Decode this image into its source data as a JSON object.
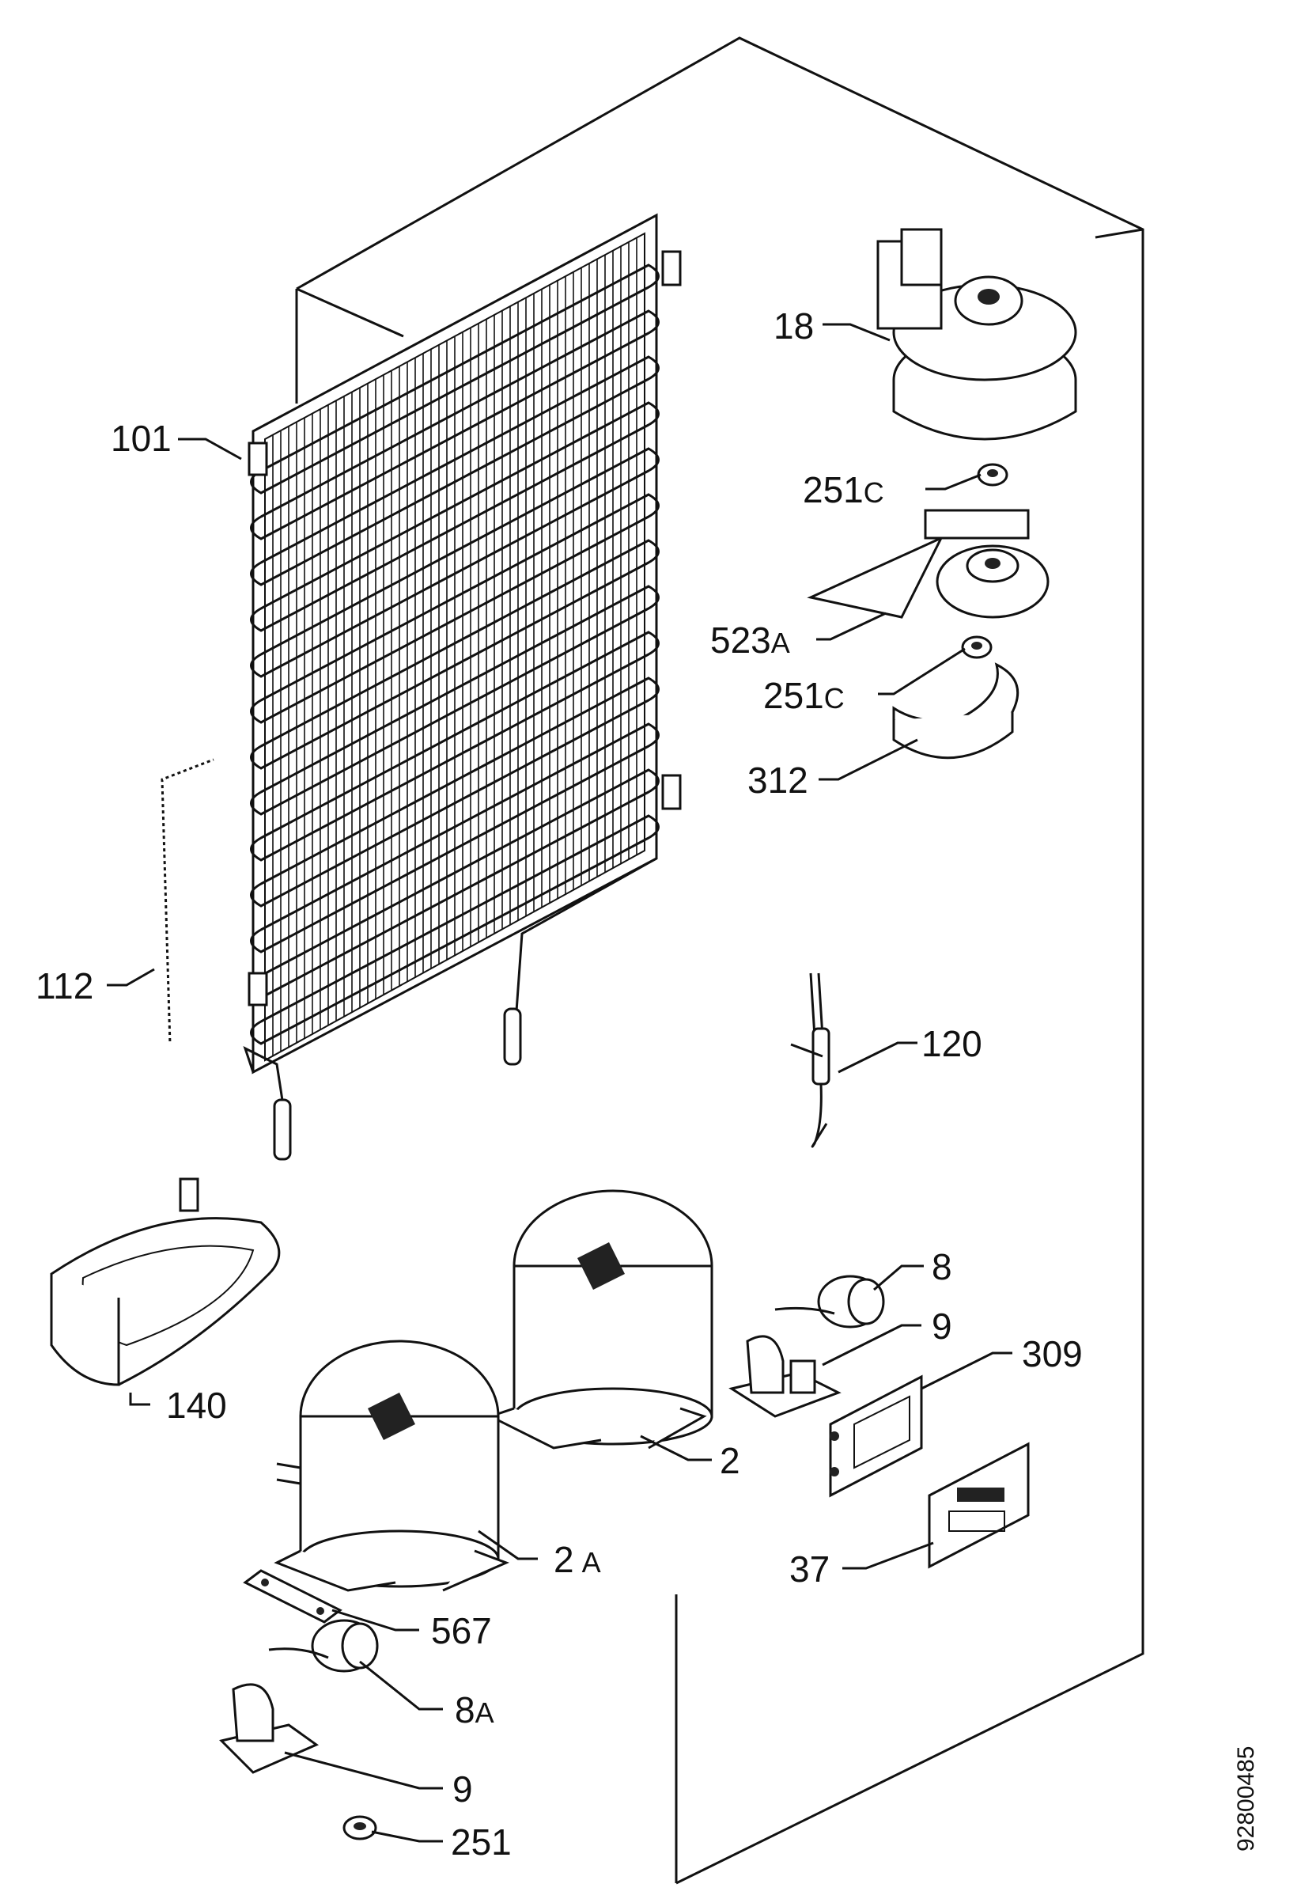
{
  "diagram": {
    "document_number": "92800485",
    "callouts": [
      {
        "id": "101",
        "number": "101",
        "suffix": ""
      },
      {
        "id": "112",
        "number": "112",
        "suffix": ""
      },
      {
        "id": "18",
        "number": "18",
        "suffix": ""
      },
      {
        "id": "251c-top",
        "number": "251",
        "suffix": "C"
      },
      {
        "id": "523a",
        "number": "523",
        "suffix": "A"
      },
      {
        "id": "251c-bottom",
        "number": "251",
        "suffix": "C"
      },
      {
        "id": "312",
        "number": "312",
        "suffix": ""
      },
      {
        "id": "120",
        "number": "120",
        "suffix": ""
      },
      {
        "id": "140",
        "number": "140",
        "suffix": ""
      },
      {
        "id": "8",
        "number": "8",
        "suffix": ""
      },
      {
        "id": "9-right",
        "number": "9",
        "suffix": ""
      },
      {
        "id": "309",
        "number": "309",
        "suffix": ""
      },
      {
        "id": "2",
        "number": "2",
        "suffix": ""
      },
      {
        "id": "2a",
        "number": "2",
        "suffix": "A"
      },
      {
        "id": "37",
        "number": "37",
        "suffix": ""
      },
      {
        "id": "567",
        "number": "567",
        "suffix": ""
      },
      {
        "id": "8a",
        "number": "8",
        "suffix": "A"
      },
      {
        "id": "9-bottom",
        "number": "9",
        "suffix": ""
      },
      {
        "id": "251",
        "number": "251",
        "suffix": ""
      }
    ]
  }
}
